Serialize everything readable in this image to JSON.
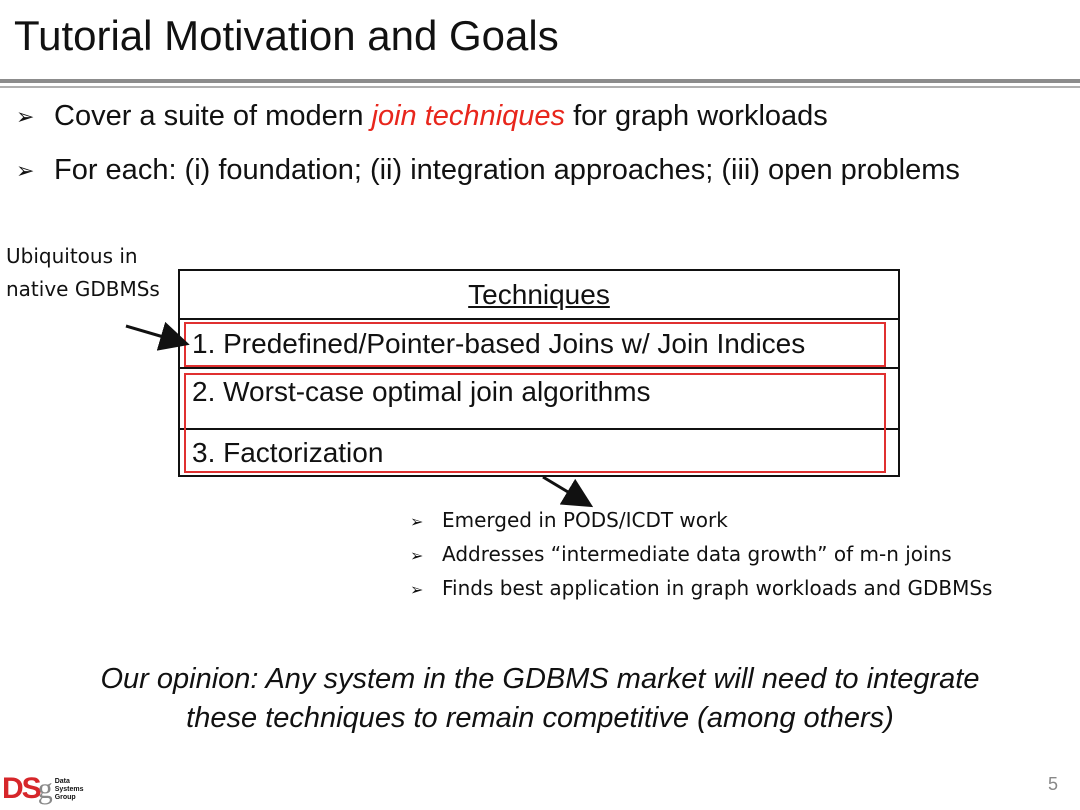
{
  "slide": {
    "title": "Tutorial Motivation and Goals",
    "page_number": "5",
    "bullets": [
      {
        "arrow": "➢",
        "before": "Cover a suite of modern ",
        "emphasis": "join techniques",
        "after": " for graph workloads"
      },
      {
        "arrow": "➢",
        "text": "For each: (i) foundation; (ii) integration approaches; (iii) open problems"
      }
    ],
    "side_note": [
      "Ubiquitous in",
      "native GDBMSs"
    ],
    "table": {
      "header": "Techniques",
      "rows": [
        "1. Predefined/Pointer-based Joins w/ Join Indices",
        "2. Worst-case optimal join algorithms",
        "3. Factorization"
      ]
    },
    "sub_bullets": [
      {
        "arrow": "➢",
        "text": "Emerged in PODS/ICDT work"
      },
      {
        "arrow": "➢",
        "text": "Addresses “intermediate data growth” of m-n joins"
      },
      {
        "arrow": "➢",
        "text": "Finds best application in graph workloads and GDBMSs"
      }
    ],
    "opinion": [
      "Our opinion: Any system in the GDBMS market will need to integrate",
      "these techniques to remain competitive (among others)"
    ],
    "logo": {
      "mark": "DS",
      "g": "g",
      "text": [
        "Data",
        "Systems",
        "Group"
      ]
    },
    "colors": {
      "accent": "#e8261c",
      "highlight_box": "#e03030",
      "rule": "#8c8c8c"
    }
  }
}
